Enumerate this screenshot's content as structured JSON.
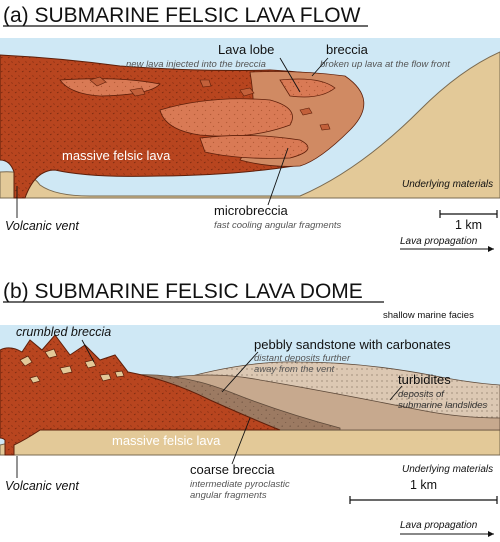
{
  "panel_a": {
    "title": "(a) SUBMARINE FELSIC LAVA FLOW",
    "lava_lobe": {
      "label": "Lava lobe",
      "desc": "new lava injected into the breccia"
    },
    "breccia": {
      "label": "breccia",
      "desc": "broken up lava at the flow front"
    },
    "massive_lava": "massive felsic lava",
    "underlying": "Underlying materials",
    "microbreccia": {
      "label": "microbreccia",
      "desc": "fast cooling angular fragments"
    },
    "vent": "Volcanic vent",
    "scale": "1 km",
    "propagation": "Lava propagation"
  },
  "panel_b": {
    "title": "(b) SUBMARINE FELSIC LAVA DOME",
    "shallow": "shallow marine facies",
    "crumbled_breccia": "crumbled breccia",
    "pebbly": {
      "label": "pebbly sandstone with carbonates",
      "desc1": "distant deposits further",
      "desc2": "away from the vent"
    },
    "turbidites": {
      "label": "turbidites",
      "desc1": "deposits of",
      "desc2": "submarine landslides"
    },
    "massive_lava": "massive felsic lava",
    "underlying": "Underlying materials",
    "coarse_breccia": {
      "label": "coarse breccia",
      "desc1": "intermediate pyroclastic",
      "desc2": "angular fragments"
    },
    "vent": "Volcanic vent",
    "scale": "1 km",
    "propagation": "Lava propagation"
  },
  "colors": {
    "water": "#cfe8f5",
    "lava": "#b8451f",
    "lobe": "#d97a55",
    "sand": "#e3c998",
    "breccia_b": "#9c7a62",
    "pebbly": "#c7a98e",
    "turbidite": "#dcc8b3"
  }
}
